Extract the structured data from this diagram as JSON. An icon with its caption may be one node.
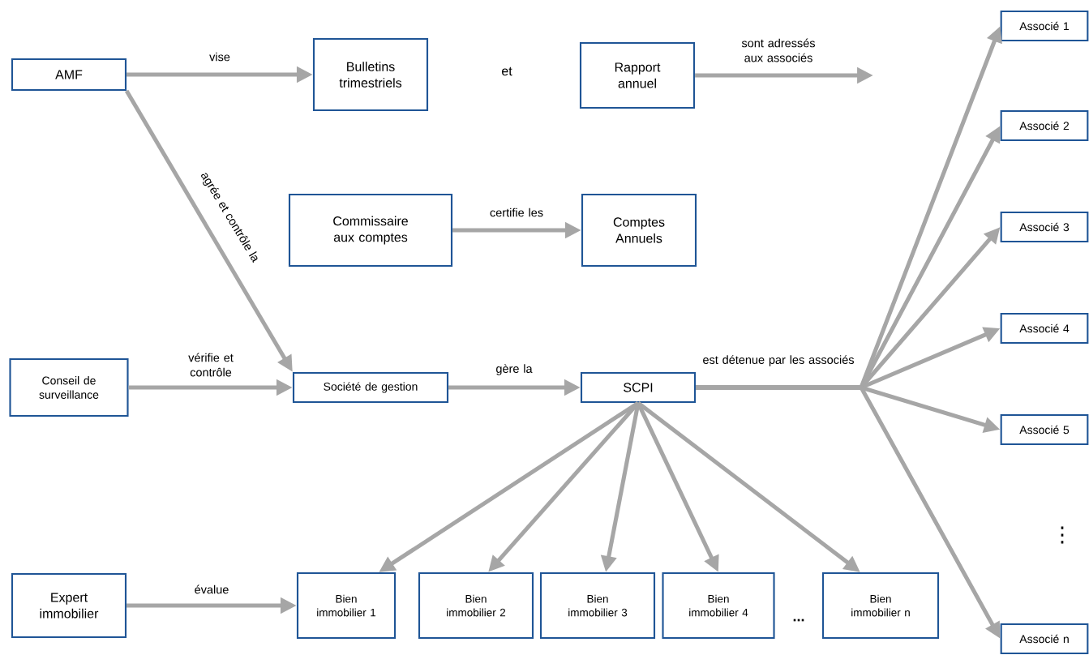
{
  "diagram": {
    "nodes": [
      {
        "text": [
          "AMF"
        ]
      },
      {
        "text": [
          "Bulletins trimestriels"
        ]
      },
      {
        "text": [
          "Rapport annuel"
        ]
      },
      {
        "text": [
          "Commissaire aux comptes"
        ]
      },
      {
        "text": [
          "Comptes Annuels"
        ]
      },
      {
        "text": [
          "Conseil de surveillance"
        ]
      },
      {
        "text": [
          "Société de gestion"
        ]
      },
      {
        "text": [
          "SCPI"
        ]
      },
      {
        "text": [
          "Expert immobilier"
        ]
      },
      {
        "text": [
          "Bien immobilier 1"
        ]
      },
      {
        "text": [
          "Bien immobilier 2"
        ]
      },
      {
        "text": [
          "Bien immobilier 3"
        ]
      },
      {
        "text": [
          "Bien immobilier 4"
        ]
      },
      {
        "text": [
          "Bien immobilier n"
        ]
      },
      {
        "text": [
          "Associé 1"
        ]
      },
      {
        "text": [
          "Associé 2"
        ]
      },
      {
        "text": [
          "Associé 3"
        ]
      },
      {
        "text": [
          "Associé 4"
        ]
      },
      {
        "text": [
          "Associé 5"
        ]
      },
      {
        "text": [
          "Associé n"
        ]
      }
    ],
    "edges": [
      {
        "from": 0,
        "to": 1,
        "arrow": "to",
        "label": "vise"
      },
      {
        "from": 0,
        "to": 6,
        "arrow": "to",
        "label": "agrée et contrôle la"
      },
      {
        "from": 2,
        "to": null,
        "arrow": "to",
        "label": "sont adressés aux associés"
      },
      {
        "from": 3,
        "to": 4,
        "arrow": "to",
        "label": "certifie les"
      },
      {
        "from": 5,
        "to": 6,
        "arrow": "to",
        "label": "vérifie et contrôle"
      },
      {
        "from": 6,
        "to": 7,
        "arrow": "to",
        "label": "gère la"
      },
      {
        "from": 7,
        "to": 9,
        "arrow": "to"
      },
      {
        "from": 7,
        "to": 10,
        "arrow": "to"
      },
      {
        "from": 7,
        "to": 11,
        "arrow": "to"
      },
      {
        "from": 7,
        "to": 12,
        "arrow": "to"
      },
      {
        "from": 7,
        "to": 13,
        "arrow": "to"
      },
      {
        "from": 7,
        "to": 14,
        "arrow": "to"
      },
      {
        "from": 7,
        "to": 15,
        "arrow": "to"
      },
      {
        "from": 7,
        "to": 16,
        "arrow": "to"
      },
      {
        "from": 7,
        "to": 17,
        "arrow": "to"
      },
      {
        "from": 7,
        "to": 18,
        "arrow": "to"
      },
      {
        "from": 7,
        "to": 19,
        "arrow": "to"
      },
      {
        "from": 8,
        "to": 9,
        "arrow": "to",
        "label": "évalue"
      }
    ],
    "labels": [
      "et",
      "est détenue par les associés",
      "...",
      "⋮"
    ]
  }
}
